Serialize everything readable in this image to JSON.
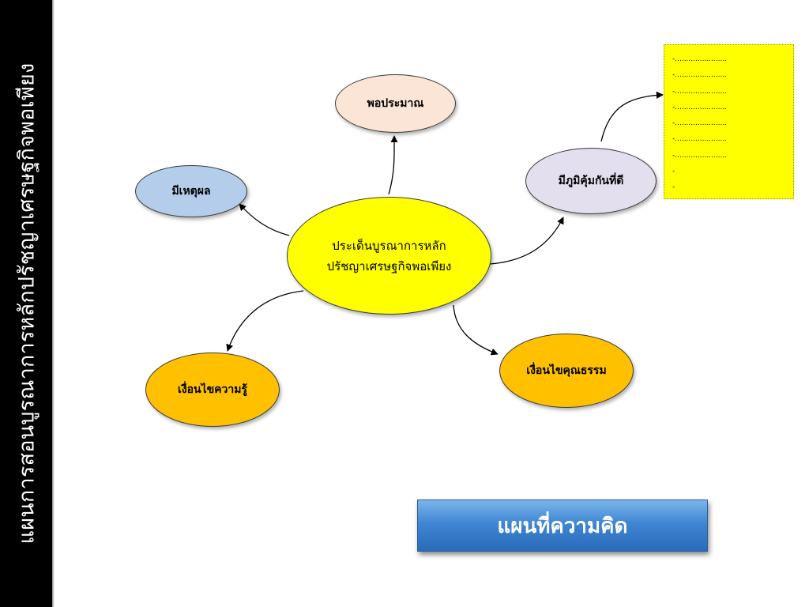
{
  "side_title": "แผนการสอนบูรณาการหลักปรัชญาเศรษฐกิจพอเพียง",
  "banner_title": "แผนที่ความคิด",
  "center_node": {
    "line1": "ประเด็นบูรณาการหลัก",
    "line2": "ปรัชญาเศรษฐกิจพอเพียง"
  },
  "nodes": {
    "moderation": "พอประมาณ",
    "reasonableness": "มีเหตุผล",
    "immunity": "มีภูมิคุ้มกันที่ดี",
    "knowledge": "เงื่อนไขความรู้",
    "morality": "เงื่อนไขคุณธรรม"
  },
  "detail_lines": [
    "-.......................",
    "-.......................",
    "-.......................",
    "-.......................",
    "-.......................",
    "-.......................",
    "-.......................",
    "-",
    "-"
  ],
  "colors": {
    "center": "#ffff00",
    "moderation": "#fbe5d6",
    "reasonableness": "#b4cdeb",
    "immunity": "#e3dfee",
    "knowledge": "#ffc000",
    "morality": "#ffc000",
    "detail_box": "#ffff00",
    "banner": "#3f86d3",
    "side_bar": "#000000"
  }
}
